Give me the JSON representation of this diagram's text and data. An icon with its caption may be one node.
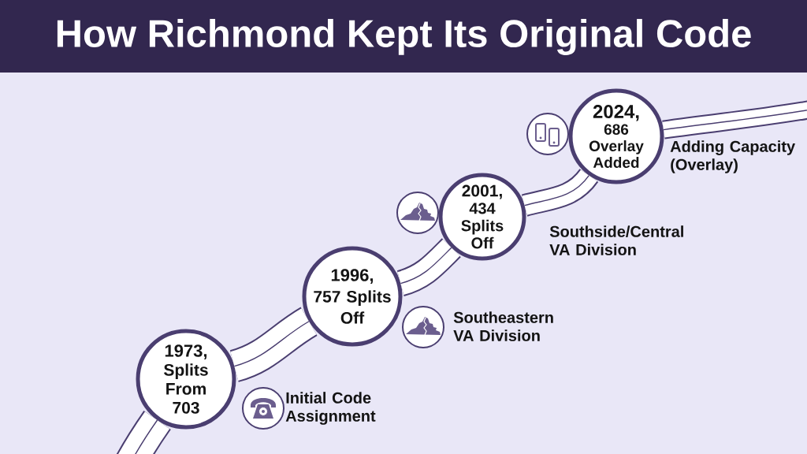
{
  "diagram": {
    "title": "How Richmond Kept Its Original Code",
    "nodes": [
      {
        "text": [
          "1973,",
          "Splits From 703"
        ],
        "beside": [
          "Initial Code Assignment"
        ]
      },
      {
        "text": [
          "1996,",
          "757 Splits Off"
        ],
        "beside": [
          "Southeastern VA Division"
        ]
      },
      {
        "text": [
          "2001,",
          "434 Splits Off"
        ],
        "beside": [
          "Southside/Central VA Division"
        ]
      },
      {
        "text": [
          "2024,",
          "686 Overlay Added"
        ],
        "beside": [
          "Adding Capacity (Overlay)"
        ]
      }
    ],
    "edges": [
      {
        "from": null,
        "to": 0,
        "arrow": "none"
      },
      {
        "from": 0,
        "to": 1,
        "arrow": "none"
      },
      {
        "from": 1,
        "to": 2,
        "arrow": "none"
      },
      {
        "from": 2,
        "to": 3,
        "arrow": "none"
      },
      {
        "from": 3,
        "to": null,
        "arrow": "none"
      }
    ]
  }
}
